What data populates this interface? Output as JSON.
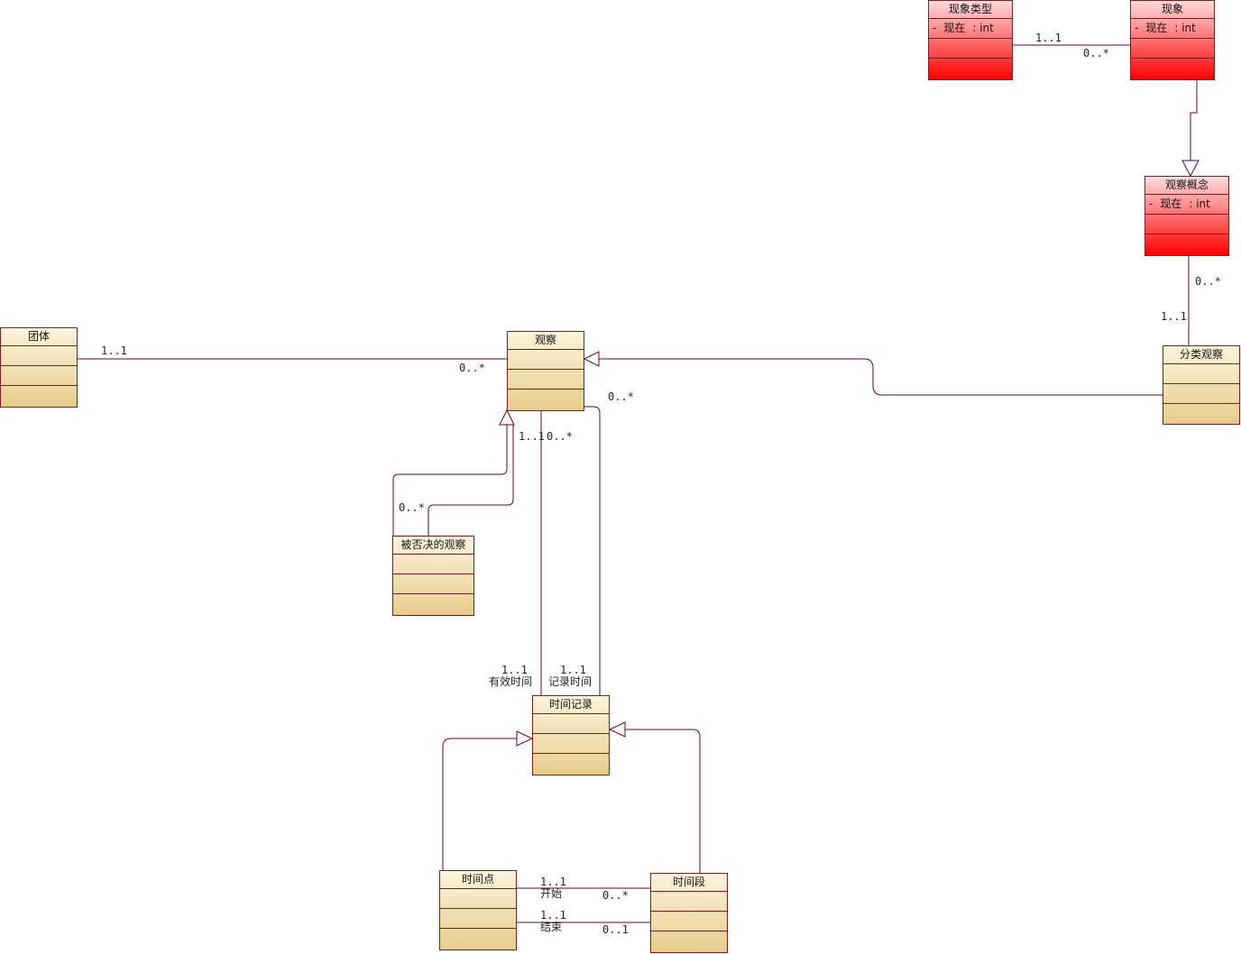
{
  "classes": {
    "phenomenon_type": {
      "name": "现象类型",
      "attr_vis": "-",
      "attr_name": "现在",
      "attr_type": ": int"
    },
    "phenomenon": {
      "name": "现象",
      "attr_vis": "-",
      "attr_name": "现在",
      "attr_type": ": int"
    },
    "observation_concept": {
      "name": "观察概念",
      "attr_vis": "-",
      "attr_name": "现在",
      "attr_type": ": int"
    },
    "group": {
      "name": "团体"
    },
    "observation": {
      "name": "观察"
    },
    "category_observation": {
      "name": "分类观察"
    },
    "rejected_observation": {
      "name": "被否决的观察"
    },
    "time_record": {
      "name": "时间记录"
    },
    "time_point": {
      "name": "时间点"
    },
    "time_period": {
      "name": "时间段"
    }
  },
  "associations": {
    "type_phenomenon": {
      "source_mult": "1..1",
      "target_mult": "0..*"
    },
    "concept_category": {
      "source_mult": "0..*",
      "target_mult": "1..1"
    },
    "group_observation": {
      "source_mult": "1..1",
      "target_mult": "0..*"
    },
    "observation_time_valid": {
      "obs_mult": "1..1",
      "time_mult": "1..1",
      "role": "有效时间"
    },
    "observation_time_record": {
      "obs_mult": "0..*",
      "time_mult": "1..1",
      "role": "记录时间"
    },
    "observation_extra": {
      "mult": "0..*"
    },
    "rejected_self": {
      "mult": "0..*"
    },
    "point_period_start": {
      "source_mult": "1..1",
      "role": "开始",
      "target_mult": "0..*"
    },
    "point_period_end": {
      "source_mult": "1..1",
      "role": "结束",
      "target_mult": "0..1"
    }
  },
  "colors": {
    "line": "#660033",
    "border": "#7a1f1f",
    "yellow_top": "#fcf4dc",
    "yellow_bottom": "#e8cc8c",
    "red_top": "#ffdcdc",
    "red_bottom": "#ff0000"
  }
}
